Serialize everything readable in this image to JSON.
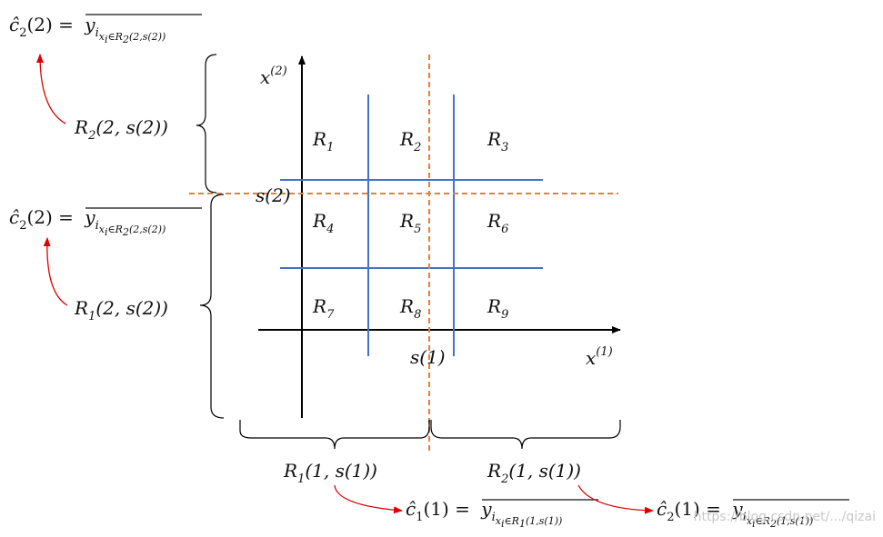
{
  "axes": {
    "x_label": "x",
    "x_sup": "(1)",
    "y_label": "x",
    "y_sup": "(2)"
  },
  "splits": {
    "s1": "s(1)",
    "s2": "s(2)"
  },
  "regions": [
    {
      "base": "R",
      "sub": "1"
    },
    {
      "base": "R",
      "sub": "2"
    },
    {
      "base": "R",
      "sub": "3"
    },
    {
      "base": "R",
      "sub": "4"
    },
    {
      "base": "R",
      "sub": "5"
    },
    {
      "base": "R",
      "sub": "6"
    },
    {
      "base": "R",
      "sub": "7"
    },
    {
      "base": "R",
      "sub": "8"
    },
    {
      "base": "R",
      "sub": "9"
    }
  ],
  "partitions": {
    "left_upper": {
      "base": "R",
      "sub": "2",
      "args": "(2, s(2))"
    },
    "left_lower": {
      "base": "R",
      "sub": "1",
      "args": "(2, s(2))"
    },
    "bottom_left": {
      "base": "R",
      "sub": "1",
      "args": "(1, s(1))"
    },
    "bottom_right": {
      "base": "R",
      "sub": "2",
      "args": "(1, s(1))"
    }
  },
  "formulas": {
    "top": {
      "lhs_base": "ĉ",
      "lhs_sub": "2",
      "lhs_arg": "(2) =",
      "rhs_base": "y",
      "rhs_sub": "i",
      "rhs_subsub": "x",
      "rhs_subsub_i": "i",
      "rhs_tail": "∈R",
      "rhs_tail_sub": "2",
      "rhs_tail_args": "(2,s(2))"
    },
    "middle": {
      "lhs_base": "ĉ",
      "lhs_sub": "2",
      "lhs_arg": "(2) =",
      "rhs_base": "y",
      "rhs_sub": "i",
      "rhs_subsub": "x",
      "rhs_subsub_i": "i",
      "rhs_tail": "∈R",
      "rhs_tail_sub": "2",
      "rhs_tail_args": "(2,s(2))"
    },
    "bottom_left": {
      "lhs_base": "ĉ",
      "lhs_sub": "1",
      "lhs_arg": "(1) =",
      "rhs_base": "y",
      "rhs_sub": "i",
      "rhs_subsub": "x",
      "rhs_subsub_i": "i",
      "rhs_tail": "∈R",
      "rhs_tail_sub": "1",
      "rhs_tail_args": "(1,s(1))"
    },
    "bottom_right": {
      "lhs_base": "ĉ",
      "lhs_sub": "2",
      "lhs_arg": "(1) =",
      "rhs_base": "y",
      "rhs_sub": "i",
      "rhs_subsub": "x",
      "rhs_subsub_i": "i",
      "rhs_tail": "∈R",
      "rhs_tail_sub": "2",
      "rhs_tail_args": "(1,s(1))"
    }
  },
  "watermark": "https://blog.csdn.net/.../qizai",
  "colors": {
    "grid": "#4472c4",
    "split": "#ed7d31",
    "arrow": "#e00000",
    "axis": "#000000"
  }
}
